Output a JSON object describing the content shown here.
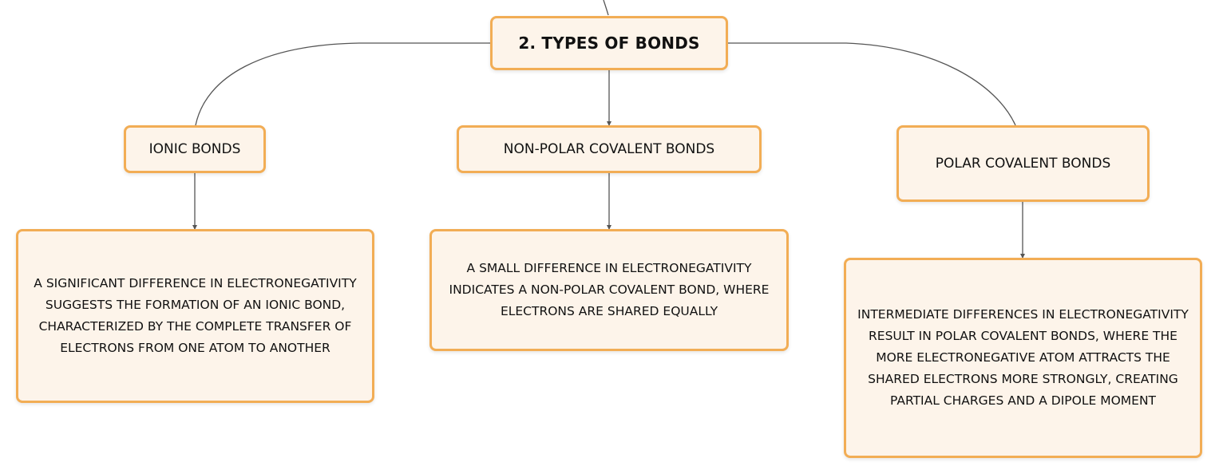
{
  "root": {
    "title": "2. TYPES OF BONDS"
  },
  "branches": [
    {
      "topic": "IONIC BONDS",
      "description": "A SIGNIFICANT DIFFERENCE IN ELECTRONEGATIVITY SUGGESTS THE FORMATION OF AN IONIC BOND, CHARACTERIZED BY THE COMPLETE TRANSFER OF ELECTRONS FROM ONE ATOM TO ANOTHER"
    },
    {
      "topic": "NON-POLAR COVALENT BONDS",
      "description": "A SMALL DIFFERENCE IN ELECTRONEGATIVITY INDICATES A NON-POLAR COVALENT BOND, WHERE ELECTRONS ARE SHARED EQUALLY"
    },
    {
      "topic": "POLAR COVALENT BONDS",
      "description": "INTERMEDIATE DIFFERENCES IN ELECTRONEGATIVITY RESULT IN POLAR COVALENT BONDS, WHERE THE MORE ELECTRONEGATIVE ATOM ATTRACTS THE SHARED ELECTRONS MORE STRONGLY, CREATING PARTIAL CHARGES AND A DIPOLE MOMENT"
    }
  ],
  "colors": {
    "node_border": "#f2ad55",
    "node_fill": "#fdf4ea",
    "connector": "#555555"
  }
}
